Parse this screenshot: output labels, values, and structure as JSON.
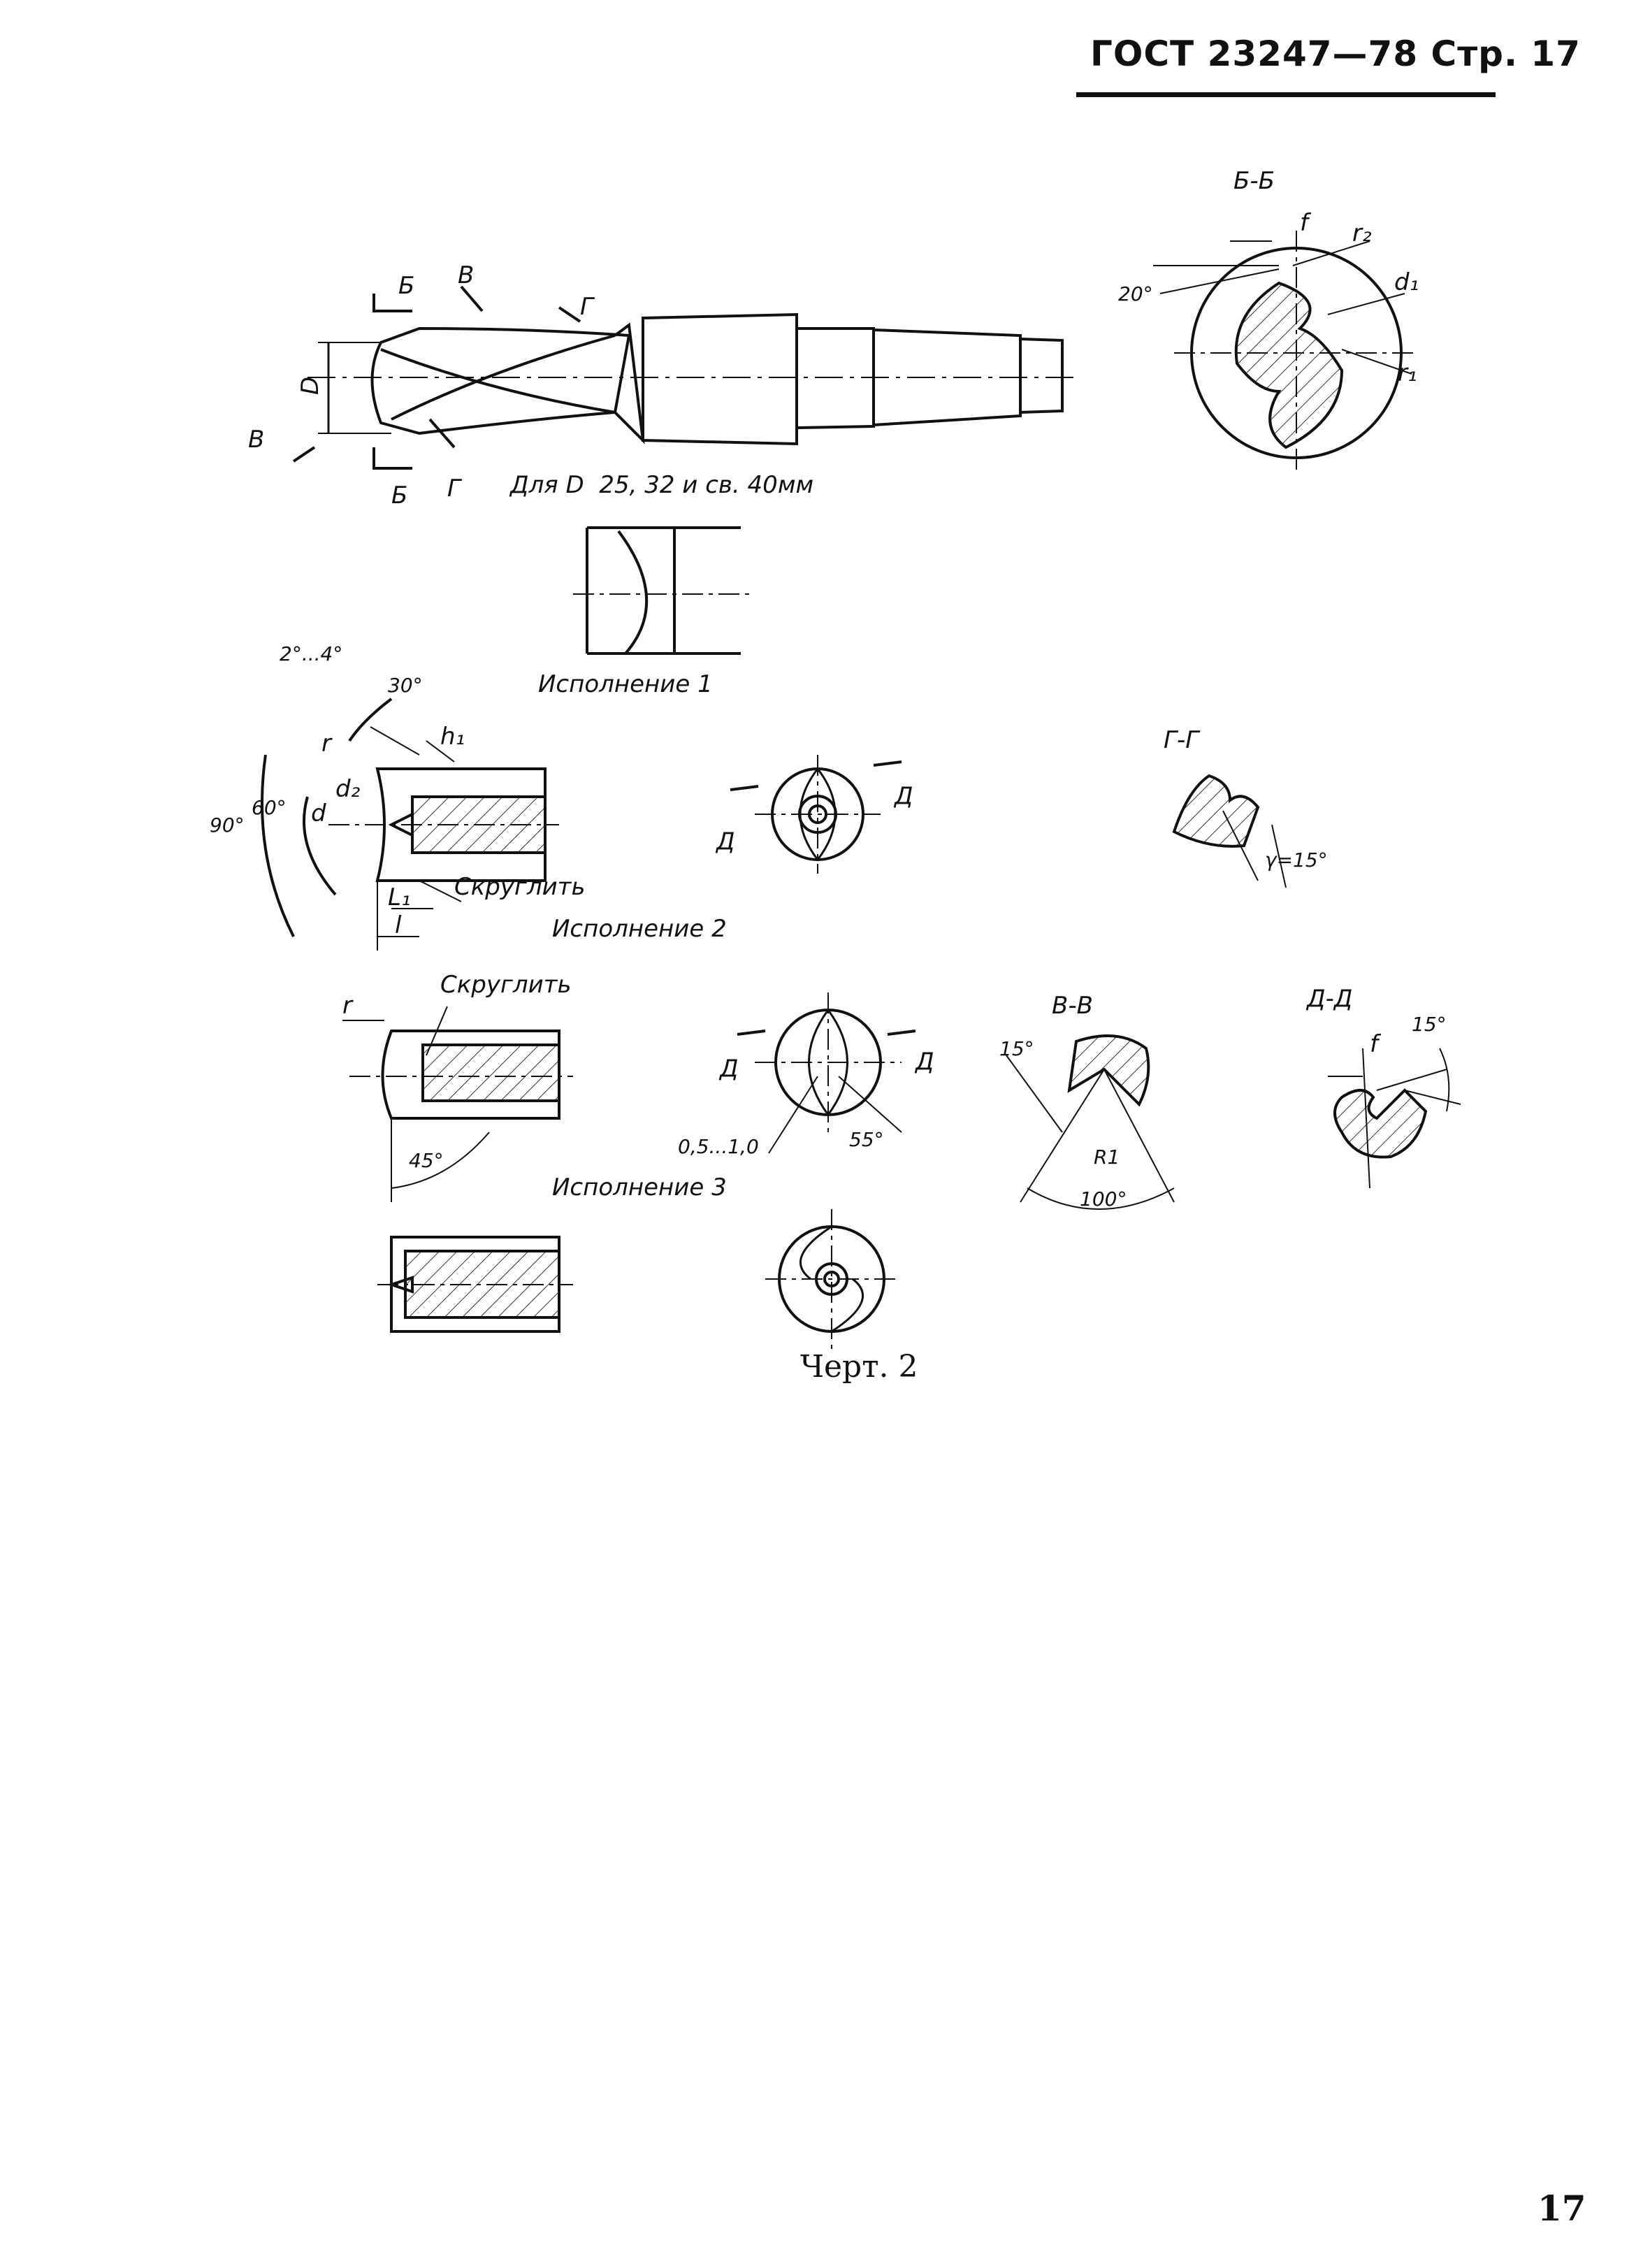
{
  "header": {
    "title": "ГОСТ 23247—78 Стр. 17"
  },
  "drawing": {
    "main_view": {
      "section_marks": [
        "Б",
        "В",
        "Г",
        "В",
        "Б",
        "Г"
      ],
      "dimension_D": "D",
      "note": "Для D  25, 32 и св. 40мм"
    },
    "section_bb": {
      "title": "Б-Б",
      "labels": [
        "f",
        "r₂",
        "d₁",
        "r₁",
        "20°"
      ]
    },
    "variant1": {
      "title": "Исполнение 1"
    },
    "variant2": {
      "title": "Исполнение 2",
      "labels": [
        "2°...4°",
        "30°",
        "h₁",
        "r",
        "d₂",
        "d",
        "90°",
        "60°",
        "L₁",
        "l",
        "Скруглить"
      ],
      "section_marks": [
        "Д",
        "Д"
      ]
    },
    "section_gg": {
      "title": "Г-Г",
      "gamma": "γ=15°"
    },
    "variant3": {
      "title": "Исполнение 3",
      "labels": [
        "r",
        "Скруглить",
        "45°",
        "0,5...1,0",
        "55°"
      ],
      "section_marks": [
        "Д",
        "Д"
      ]
    },
    "section_vv": {
      "title": "В-В",
      "labels": [
        "15°",
        "R1",
        "100°"
      ]
    },
    "section_dd": {
      "title": "Д-Д",
      "labels": [
        "f",
        "15°"
      ]
    }
  },
  "caption": "Черт. 2",
  "page_number": "17"
}
